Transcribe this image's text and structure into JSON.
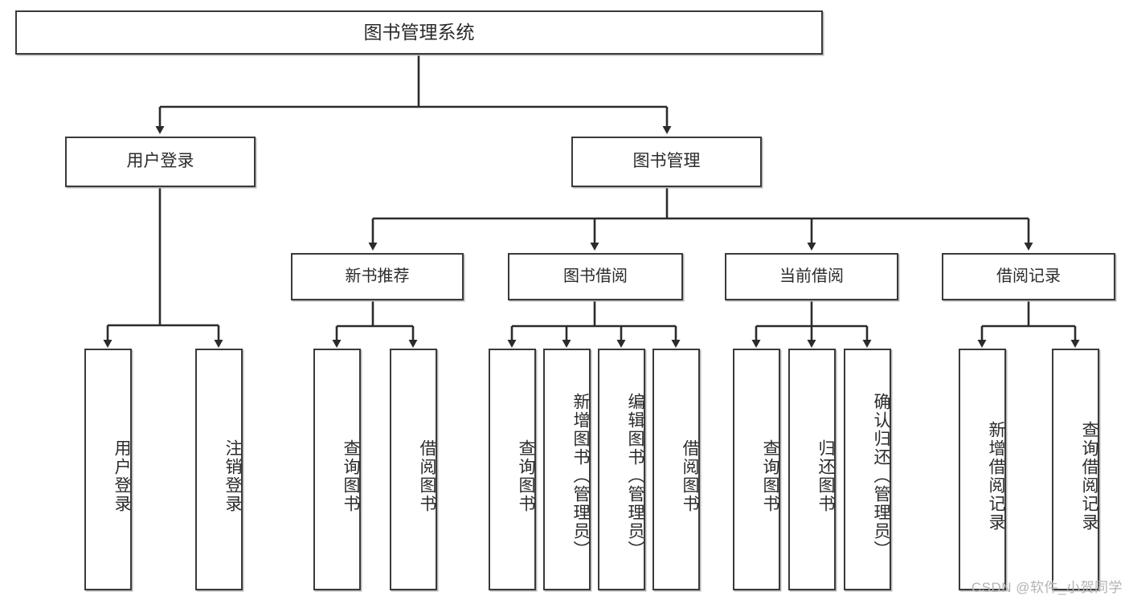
{
  "diagram": {
    "title": "图书管理系统",
    "type": "tree-hierarchy-diagram",
    "colors": {
      "box_border": "#3a3a3a",
      "box_fill": "#ffffff",
      "connector": "#2b2b2b",
      "text": "#2b2b2b",
      "watermark": "#b3b3b3",
      "background": "#ffffff"
    },
    "root": {
      "label": "图书管理系统"
    },
    "level2": [
      {
        "label": "用户登录"
      },
      {
        "label": "图书管理"
      }
    ],
    "level3": [
      {
        "label": "新书推荐"
      },
      {
        "label": "图书借阅"
      },
      {
        "label": "当前借阅"
      },
      {
        "label": "借阅记录"
      }
    ],
    "leaves": {
      "user_login": [
        {
          "label": "用户登录"
        },
        {
          "label": "注销登录"
        }
      ],
      "new_book_recommend": [
        {
          "label": "查询图书"
        },
        {
          "label": "借阅图书"
        }
      ],
      "book_borrow": [
        {
          "label": "查询图书"
        },
        {
          "label": "新增图书（管理员）"
        },
        {
          "label": "编辑图书（管理员）"
        },
        {
          "label": "借阅图书"
        }
      ],
      "current_borrow": [
        {
          "label": "查询图书"
        },
        {
          "label": "归还图书"
        },
        {
          "label": "确认归还（管理员）"
        }
      ],
      "borrow_record": [
        {
          "label": "新增借阅记录"
        },
        {
          "label": "查询借阅记录"
        }
      ]
    }
  },
  "watermark": {
    "text": "CSDN @软件_小贺同学"
  }
}
